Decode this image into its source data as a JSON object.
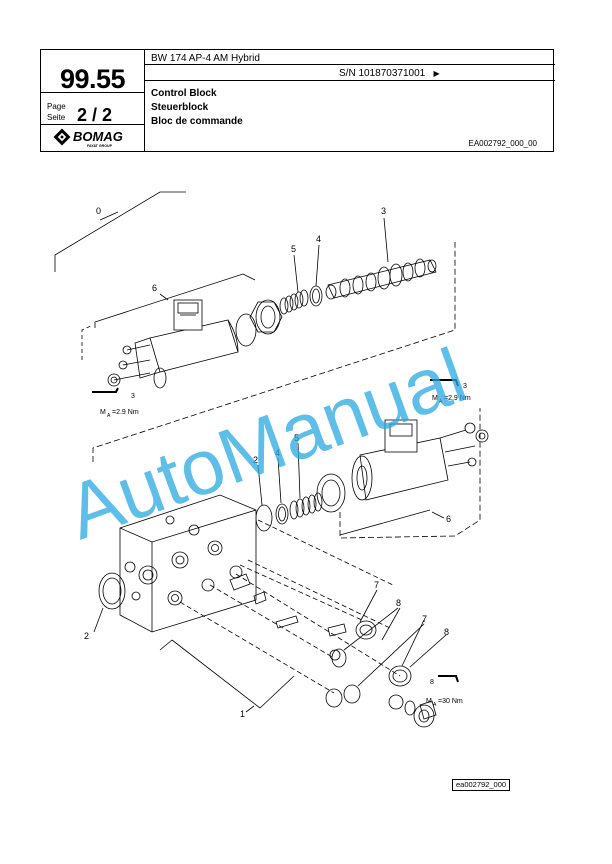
{
  "header": {
    "code": "99.55",
    "page_label_en": "Page",
    "page_label_de": "Seite",
    "page_value": "2 / 2",
    "model": "BW 174 AP-4 AM Hybrid",
    "serial": "S/N 101870371001",
    "serial_arrow": "▶",
    "title_en": "Control Block",
    "title_de": "Steuerblock",
    "title_fr": "Bloc de commande",
    "doc_id": "EA002792_000_00"
  },
  "logo": {
    "brand": "BOMAG",
    "sub": "FAYAT GROUP"
  },
  "watermark": {
    "text": "AutoManual",
    "color": "#29a8e0"
  },
  "callouts": {
    "c0": "0",
    "c1": "1",
    "c2a": "2",
    "c2b": "2",
    "c3": "3",
    "c4a": "4",
    "c4b": "4",
    "c5a": "5",
    "c5b": "5",
    "c6a": "6",
    "c6b": "6",
    "c7a": "7",
    "c7b": "7",
    "c8a": "8",
    "c8b": "8"
  },
  "annotations": {
    "torque_left": "M",
    "torque_left_sub": "A",
    "torque_left_val": "=2.9 Nm",
    "torque_right": "M",
    "torque_right_sub": "A",
    "torque_right_val": "=2.9 Nm",
    "torque_bottom": "M",
    "torque_bottom_sub": "A",
    "torque_bottom_val": "=30 Nm",
    "hex_left": "3",
    "hex_right": "3",
    "hex_bottom": "8"
  },
  "figure_ref": "ea002792_000"
}
